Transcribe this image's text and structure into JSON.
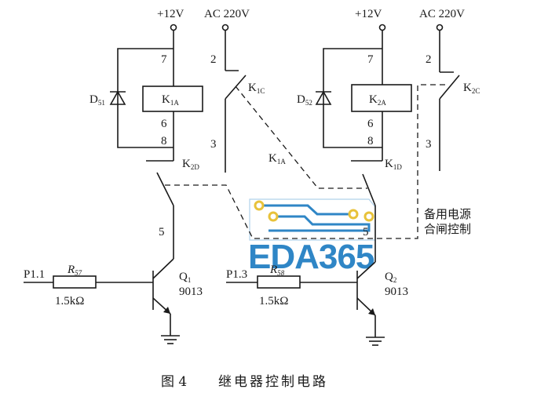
{
  "supply": {
    "v12": "+12V",
    "ac220": "AC 220V"
  },
  "relay1": {
    "coil": {
      "main": "K",
      "sub": "1A"
    },
    "diode": {
      "main": "D",
      "sub": "51"
    },
    "pins": {
      "p7": "7",
      "p6": "6",
      "p8": "8",
      "p2": "2",
      "p3": "3",
      "p5": "5"
    },
    "contact_c": {
      "main": "K",
      "sub": "1C"
    },
    "contact_d": {
      "main": "K",
      "sub": "1D"
    }
  },
  "relay2": {
    "coil": {
      "main": "K",
      "sub": "2A"
    },
    "diode": {
      "main": "D",
      "sub": "52"
    },
    "pins": {
      "p7": "7",
      "p6": "6",
      "p8": "8",
      "p2": "2",
      "p3": "3",
      "p5": "5"
    },
    "contact_c": {
      "main": "K",
      "sub": "2C"
    },
    "contact_d": {
      "main": "K",
      "sub": "2D"
    }
  },
  "mid_label": {
    "main": "K",
    "sub": "1A"
  },
  "stage1": {
    "port": "P1.1",
    "res": {
      "main": "R",
      "sub": "57"
    },
    "res_val": "1.5kΩ",
    "q": {
      "main": "Q",
      "sub": "1"
    },
    "q_type": "9013"
  },
  "stage2": {
    "port": "P1.3",
    "res": {
      "main": "R",
      "sub": "58"
    },
    "res_val": "1.5kΩ",
    "q": {
      "main": "Q",
      "sub": "2"
    },
    "q_type": "9013"
  },
  "note": {
    "line1": "备用电源",
    "line2": "合闸控制"
  },
  "watermark": {
    "text": "EDA365",
    "color": "#2f86c6",
    "accent": "#e8c23a"
  },
  "caption": {
    "number": "图 4",
    "title": "继电器控制电路"
  }
}
